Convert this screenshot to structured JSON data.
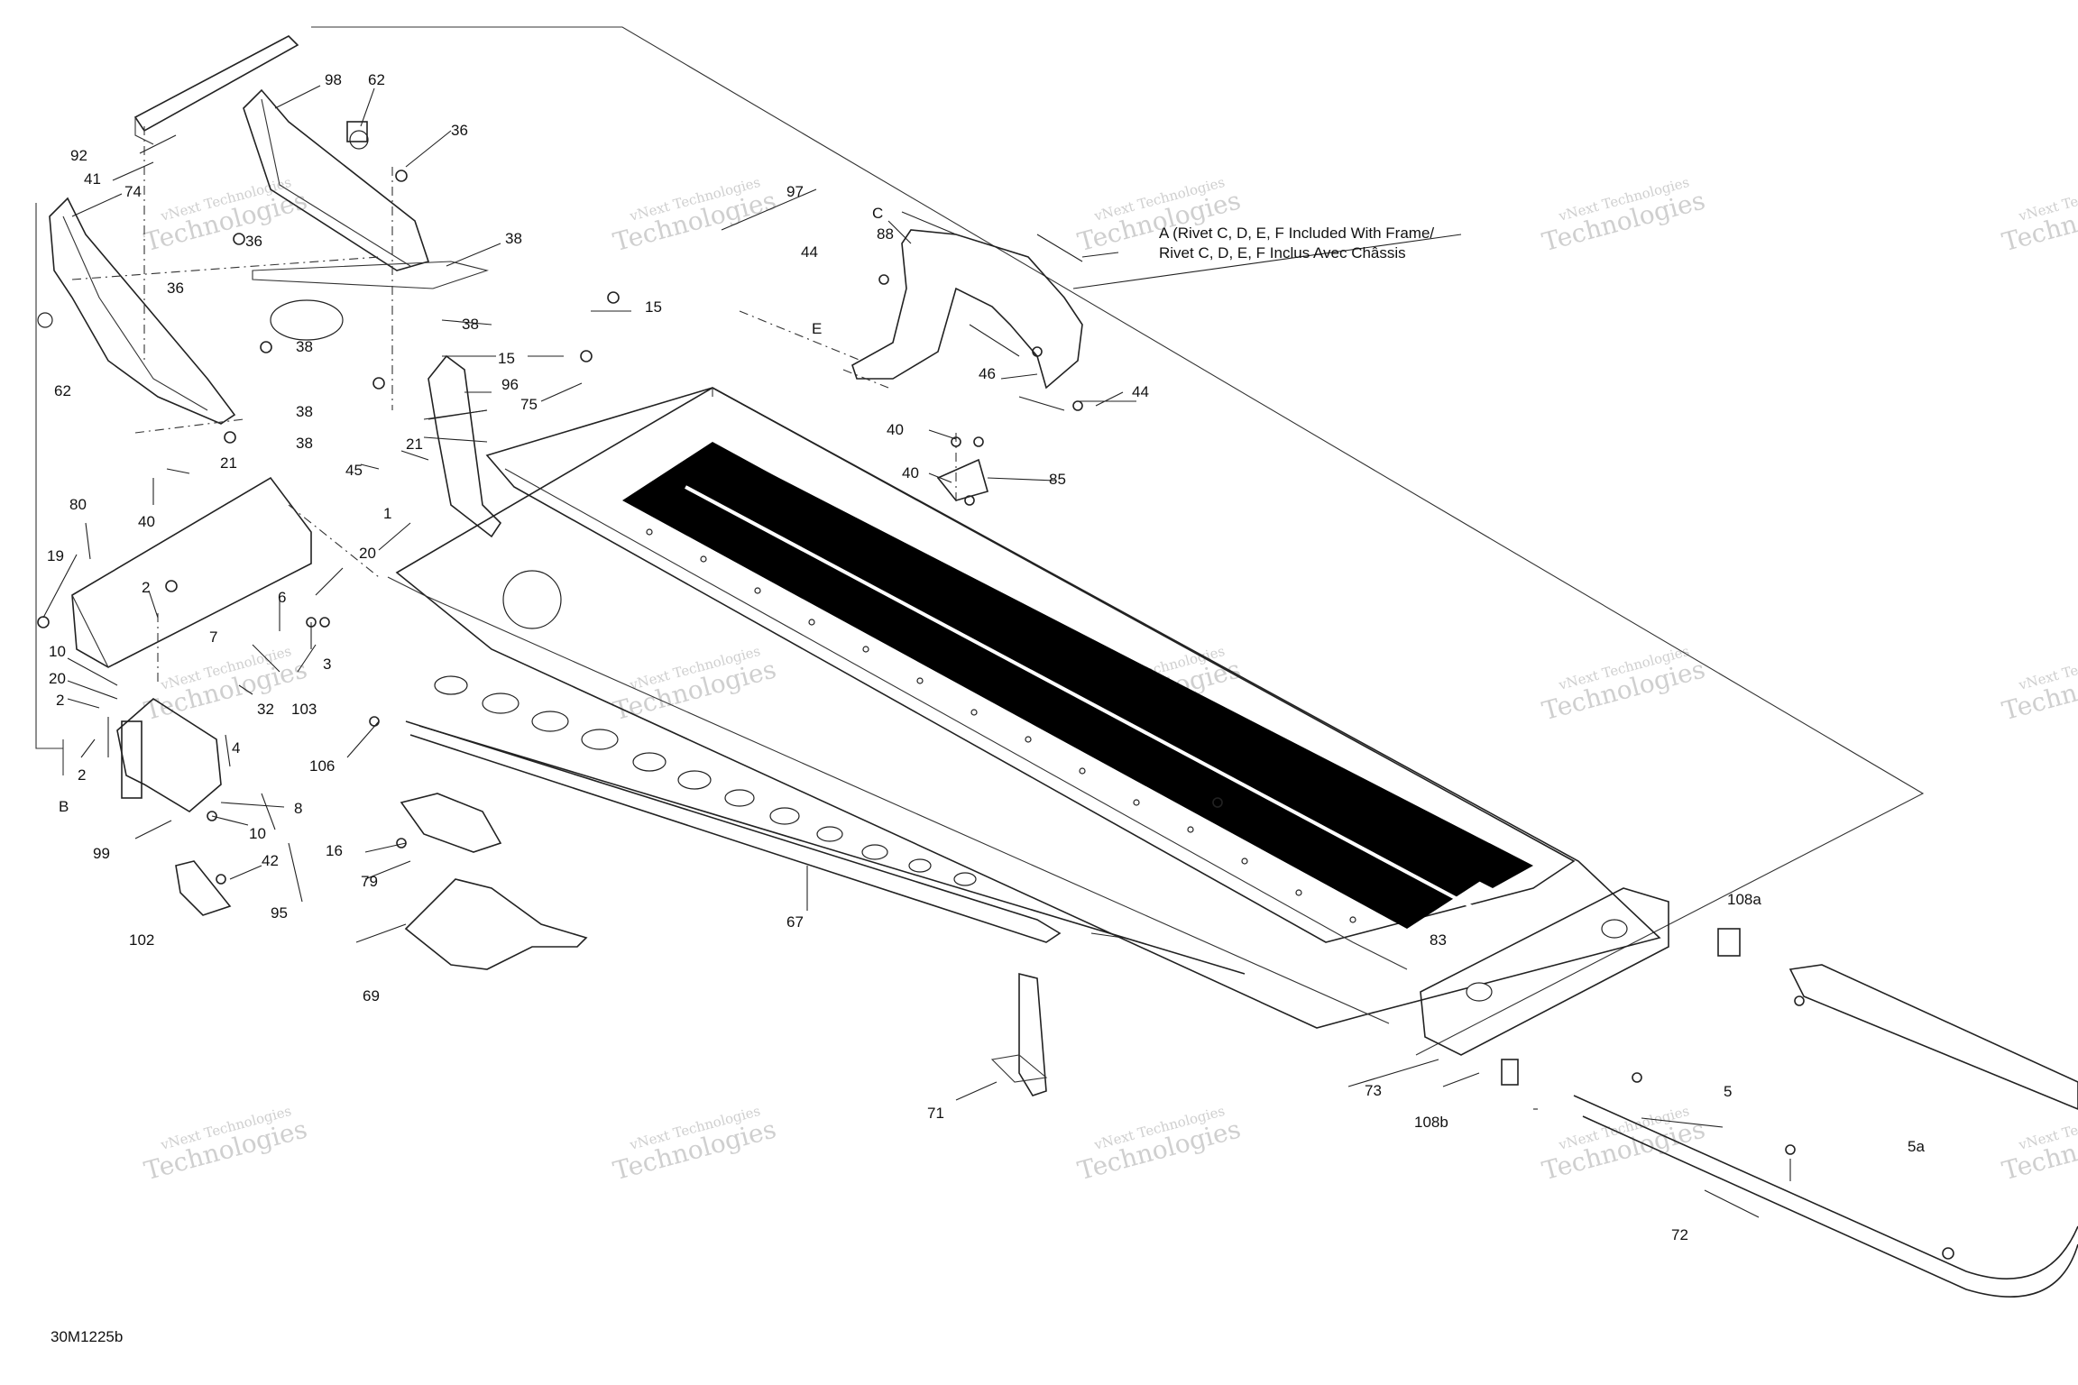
{
  "figure_code": "30M1225b",
  "note": {
    "line1": "A (Rivet C, D, E, F Included With Frame/",
    "line2": "Rivet C, D, E, F Inclus Avec Châssis"
  },
  "watermark": {
    "line1": "vNext Technologies",
    "line2": "Technologies"
  },
  "callouts": {
    "c1": "1",
    "c2a": "2",
    "c2b": "2",
    "c2c": "2",
    "c3": "3",
    "c4": "4",
    "c5": "5",
    "c5a": "5a",
    "c6": "6",
    "c7": "7",
    "c8": "8",
    "c10a": "10",
    "c10b": "10",
    "c15a": "15",
    "c15b": "15",
    "c16": "16",
    "c19": "19",
    "c20a": "20",
    "c20b": "20",
    "c21a": "21",
    "c21b": "21",
    "c32": "32",
    "c36a": "36",
    "c36b": "36",
    "c36c": "36",
    "c38a": "38",
    "c38b": "38",
    "c38c": "38",
    "c38d": "38",
    "c38e": "38",
    "c40a": "40",
    "c40b": "40",
    "c40c": "40",
    "c41": "41",
    "c42": "42",
    "c44a": "44",
    "c44b": "44",
    "c45": "45",
    "c46": "46",
    "c62a": "62",
    "c62b": "62",
    "c67": "67",
    "c69": "69",
    "c71": "71",
    "c72": "72",
    "c73": "73",
    "c74": "74",
    "c75": "75",
    "c79": "79",
    "c80": "80",
    "c83": "83",
    "c85": "85",
    "c88": "88",
    "c92": "92",
    "c95": "95",
    "c96": "96",
    "c97": "97",
    "c98": "98",
    "c99": "99",
    "c102": "102",
    "c103": "103",
    "c106": "106",
    "c108a": "108a",
    "c108b": "108b",
    "cB": "B",
    "cC": "C",
    "cE": "E"
  }
}
